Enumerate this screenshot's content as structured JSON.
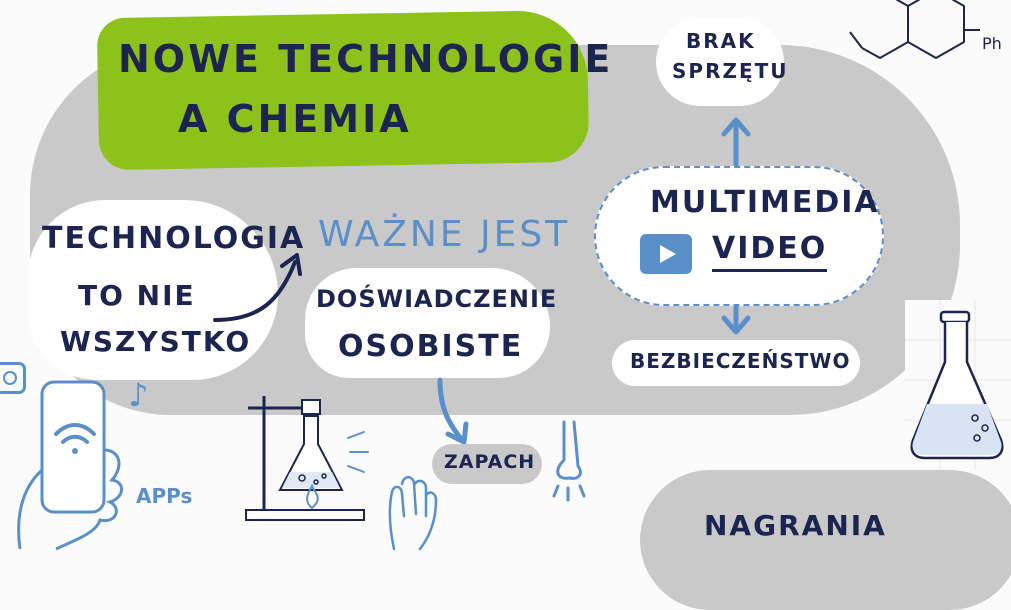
{
  "title": {
    "line1": "NOWE TECHNOLOGIE",
    "line2": "A CHEMIA"
  },
  "left_bubble": {
    "line1": "TECHNOLOGIA",
    "line2": "TO NIE",
    "line3": "WSZYSTKO"
  },
  "wazne": {
    "heading": "WAŻNE JEST",
    "line1": "DOŚWIADCZENIE",
    "line2": "OSOBISTE"
  },
  "zapach": "ZAPACH",
  "brak": {
    "line1": "BRAK",
    "line2": "SPRZĘTU"
  },
  "multimedia": {
    "line1": "MULTIMEDIA",
    "line2": "VIDEO"
  },
  "bezpieczenstwo": "BEZBIECZEŃSTWO",
  "apps": "APPs",
  "nagrania": "NAGRANIA",
  "ph_label": "Ph",
  "colors": {
    "gray": "#c9c9c9",
    "green": "#8cc21b",
    "navy": "#1c2450",
    "blue": "#5b8fc9"
  },
  "icons": [
    "smartphone-icon",
    "wifi-icon",
    "music-note-icon",
    "instagram-icon",
    "video-play-icon",
    "flask-icon",
    "bunsen-stand-icon",
    "nose-icon",
    "hand-icon",
    "molecule-icon",
    "beaker-icon"
  ]
}
